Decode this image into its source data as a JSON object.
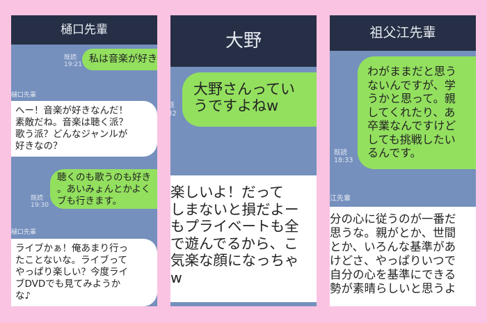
{
  "colors": {
    "background": "#fbc3e2",
    "header": "#262f45",
    "chat_bg": "#7590bd",
    "sent_bubble": "#93e05f",
    "received_bubble": "#ffffff"
  },
  "panels": [
    {
      "title": "樋口先輩",
      "messages": [
        {
          "type": "sent",
          "read": "既読",
          "time": "19:21",
          "lines": [
            "私は音楽が好き"
          ]
        },
        {
          "type": "received",
          "sender": "樋口先輩",
          "lines": [
            "へー！音楽が好きなんだ！",
            "素敵だね。音楽は聴く派？",
            "歌う派？どんなジャンルが",
            "好きなの？"
          ]
        },
        {
          "type": "sent",
          "read": "既読",
          "time": "19:30",
          "lines": [
            "聴くのも歌うのも好き",
            "。あいみょんとかよく",
            "ブも行きます。"
          ]
        },
        {
          "type": "received",
          "sender": "樋口先輩",
          "lines": [
            "ライブかぁ！俺あまり行っ",
            "たことないな。ライブって",
            "やっぱり楽しい？今度ライ",
            "ブDVDでも見てみようか",
            "な♪"
          ]
        }
      ]
    },
    {
      "title": "大野",
      "messages": [
        {
          "type": "sent",
          "read": "既",
          "time": "32",
          "lines": [
            "大野さんってい",
            "うですよねw"
          ]
        },
        {
          "type": "received",
          "lines": [
            " 楽しいよ！だって",
            "しまないと損だよー",
            "もプライベートも全",
            "で遊んでるから、こ",
            "気楽な顔になっちゃ",
            "w"
          ]
        }
      ]
    },
    {
      "title": "祖父江先輩",
      "messages": [
        {
          "type": "sent",
          "read": "既読",
          "time": "18:33",
          "lines": [
            "わがままだと思う",
            "ないんですが、学",
            "うかと思って。親",
            "してくれたり、あ",
            "卒業なんですけど",
            "しても挑戦したい",
            "るんです。"
          ]
        },
        {
          "type": "received",
          "sender": "江先輩",
          "lines": [
            "分の心に従うのが一番だ",
            "思うな。親がとか、世間",
            "とか、いろんな基準があ",
            "けどさ、やっぱりいつで",
            "自分の心を基準にできる",
            "勢が素晴らしいと思うよ"
          ]
        }
      ]
    }
  ]
}
